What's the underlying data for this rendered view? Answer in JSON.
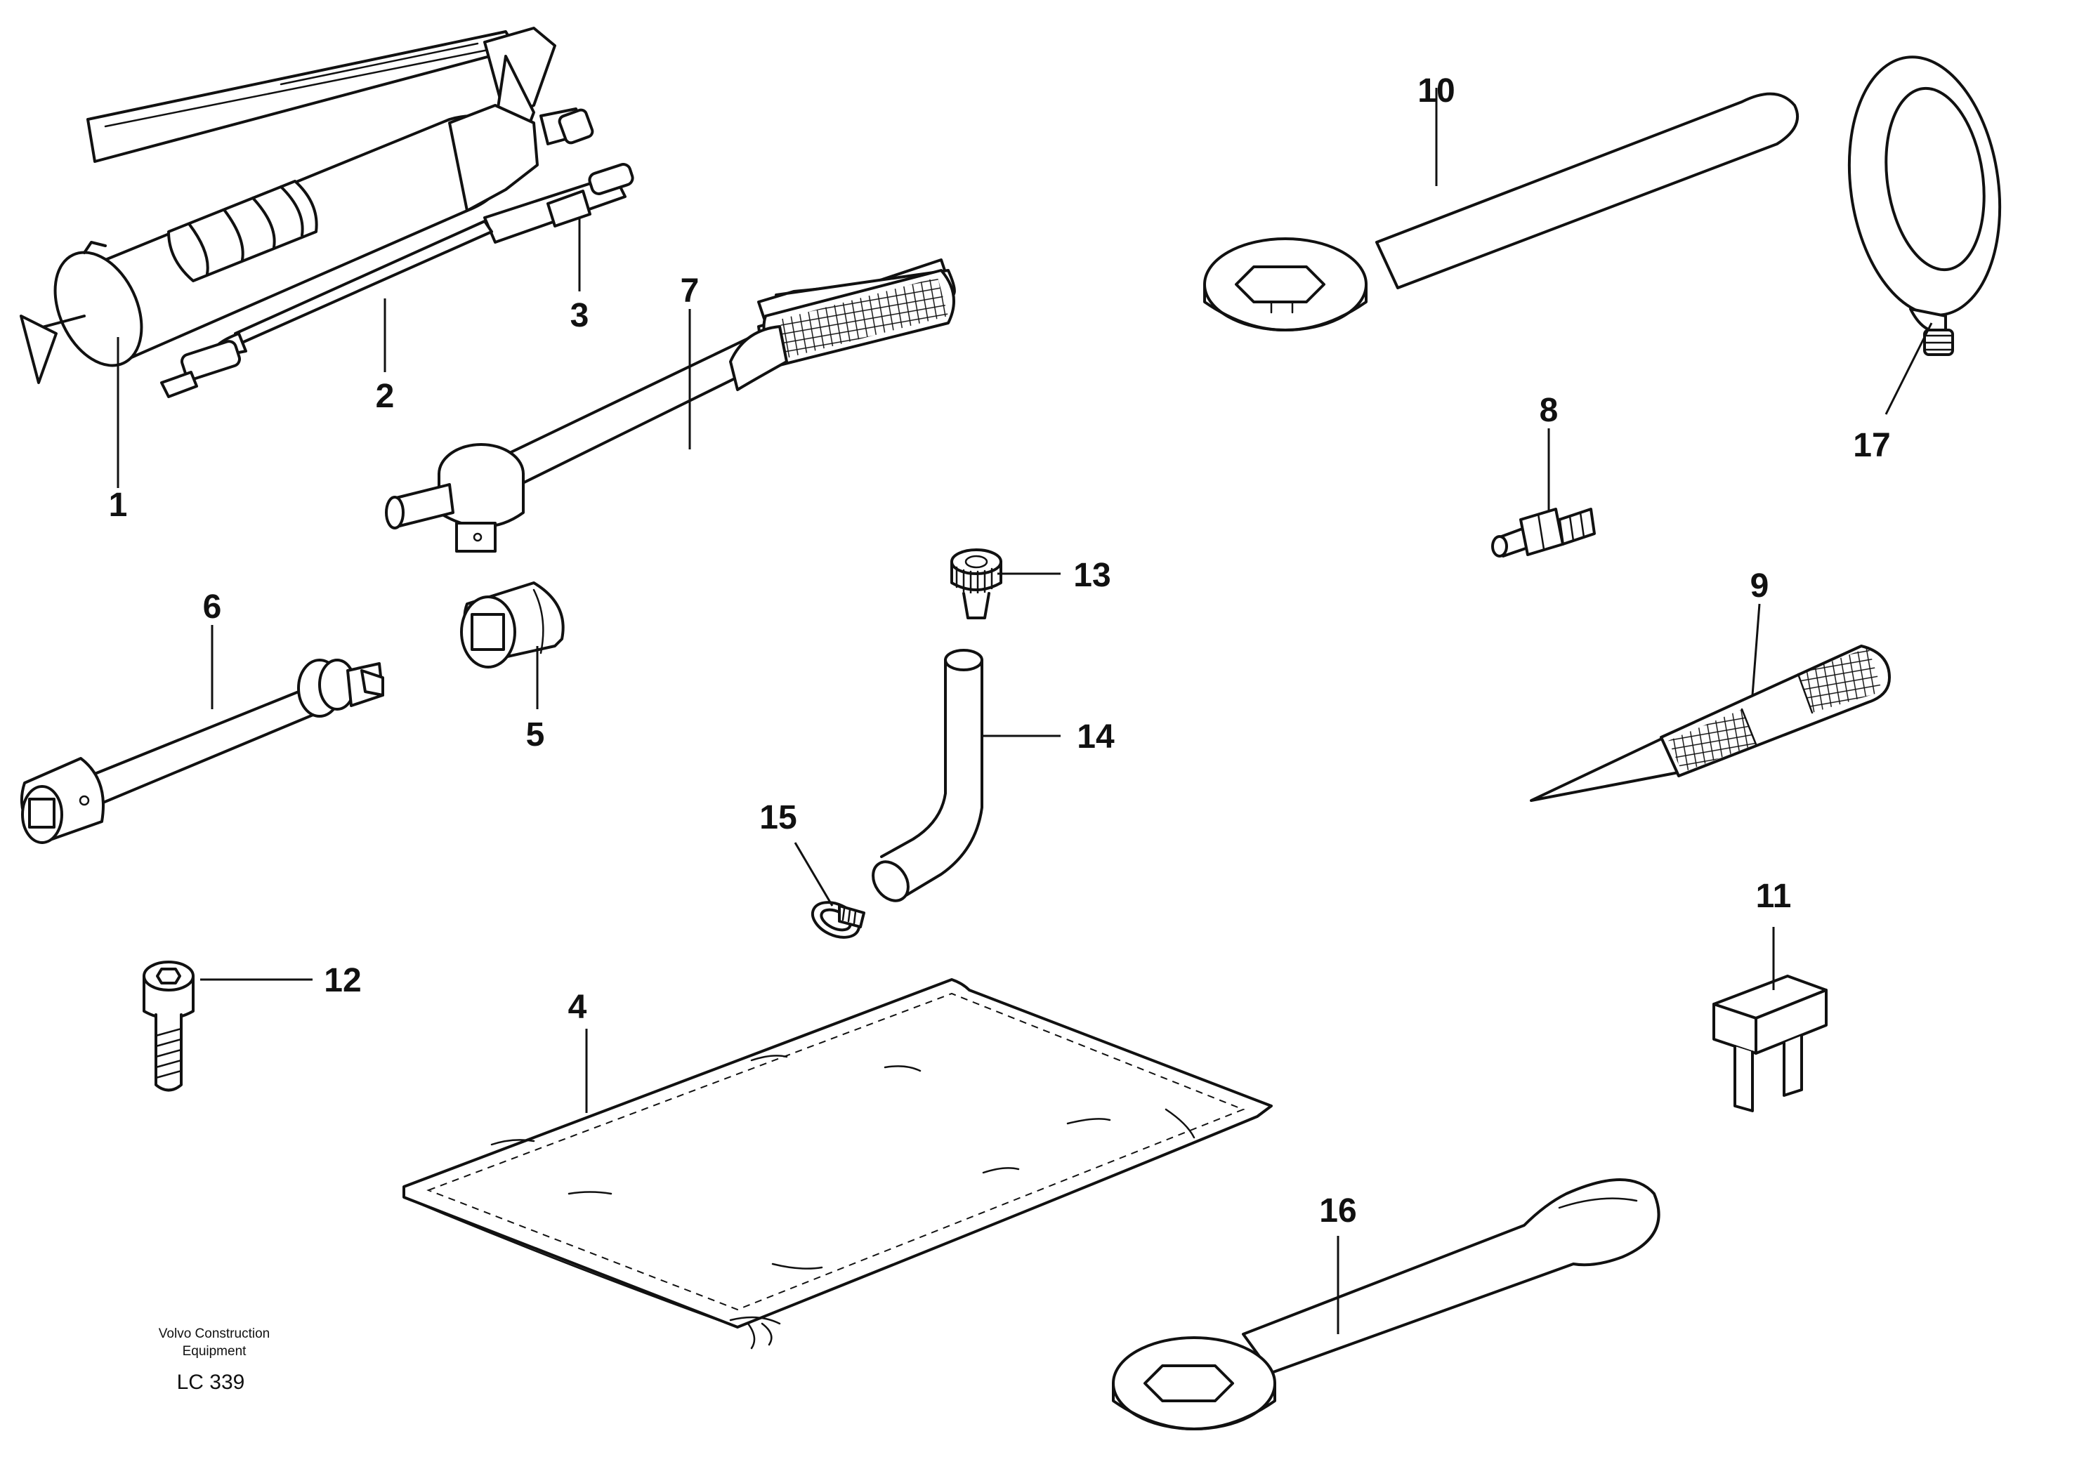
{
  "title": "",
  "callouts": {
    "c1": "1",
    "c2": "2",
    "c3": "3",
    "c4": "4",
    "c5": "5",
    "c6": "6",
    "c7": "7",
    "c8": "8",
    "c9": "9",
    "c10": "10",
    "c11": "11",
    "c12": "12",
    "c13": "13",
    "c14": "14",
    "c15": "15",
    "c16": "16",
    "c17": "17"
  },
  "caption": {
    "line1": "Volvo Construction",
    "line2": "Equipment",
    "code": "LC 339"
  },
  "parts": [
    {
      "ref": "1",
      "depicts": "grease-gun"
    },
    {
      "ref": "2",
      "depicts": "grease-hose"
    },
    {
      "ref": "3",
      "depicts": "grease-nozzle"
    },
    {
      "ref": "4",
      "depicts": "tool-bag"
    },
    {
      "ref": "5",
      "depicts": "socket"
    },
    {
      "ref": "6",
      "depicts": "extension-bar"
    },
    {
      "ref": "7",
      "depicts": "tommy-bar-handle"
    },
    {
      "ref": "8",
      "depicts": "grease-nipple"
    },
    {
      "ref": "9",
      "depicts": "punch"
    },
    {
      "ref": "10",
      "depicts": "ring-spanner"
    },
    {
      "ref": "11",
      "depicts": "fuse"
    },
    {
      "ref": "12",
      "depicts": "socket-head-screw"
    },
    {
      "ref": "13",
      "depicts": "knurled-nut"
    },
    {
      "ref": "14",
      "depicts": "bent-hose"
    },
    {
      "ref": "15",
      "depicts": "hose-clamp"
    },
    {
      "ref": "16",
      "depicts": "combination-spanner"
    },
    {
      "ref": "17",
      "depicts": "mirror"
    }
  ]
}
